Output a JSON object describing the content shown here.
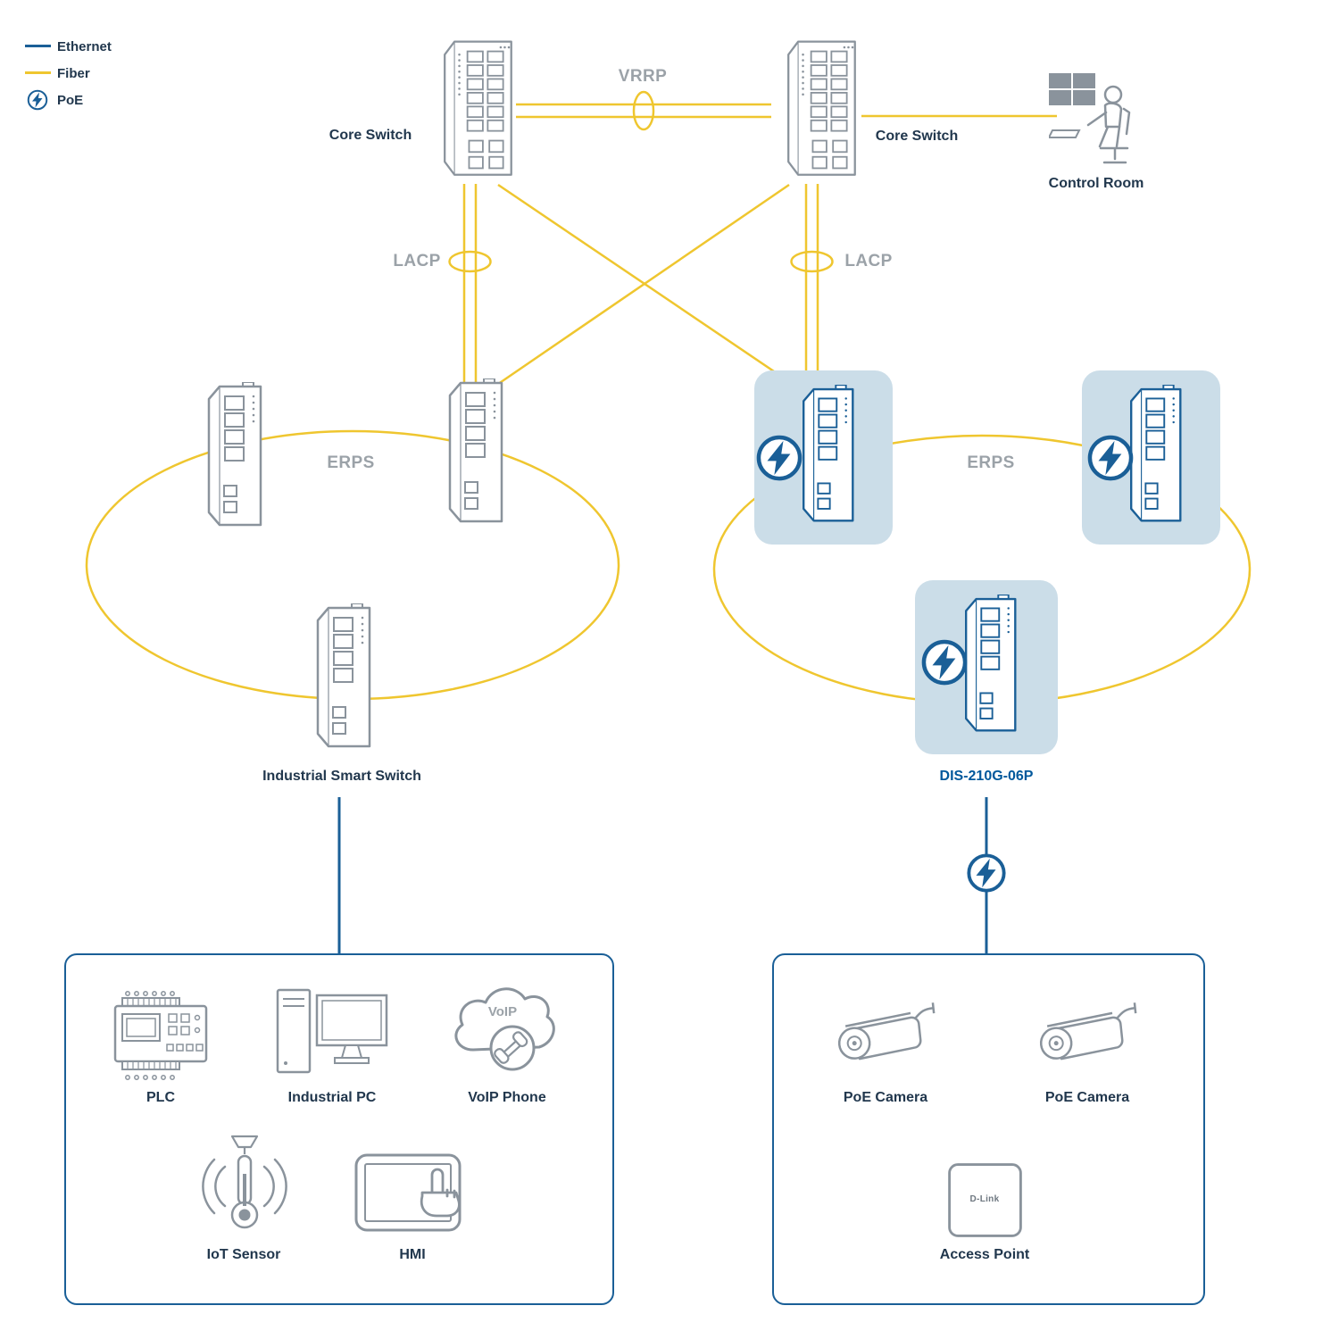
{
  "colors": {
    "ethernet": "#1A5F97",
    "fiber": "#EFC62F",
    "label-gray": "#9BA2A8",
    "label-dark": "#21374D",
    "device-gray": "#8A939C",
    "tile-blue": "#CBDDE8",
    "dlink-blue": "#00589C"
  },
  "legend": {
    "ethernet": "Ethernet",
    "fiber": "Fiber",
    "poe": "PoE"
  },
  "links": {
    "vrrp": "VRRP",
    "lacp_left": "LACP",
    "lacp_right": "LACP",
    "erps_left": "ERPS",
    "erps_right": "ERPS"
  },
  "devices": {
    "core_switch_left": "Core Switch",
    "core_switch_right": "Core Switch",
    "control_room": "Control Room",
    "industrial_smart_switch": "Industrial Smart Switch",
    "poe_switch_model": "DIS-210G-06P"
  },
  "endpoints_left": {
    "plc": "PLC",
    "industrial_pc": "Industrial PC",
    "voip_phone": "VoIP Phone",
    "voip_cloud_text": "VoIP",
    "iot_sensor": "IoT Sensor",
    "hmi": "HMI"
  },
  "endpoints_right": {
    "poe_camera_1": "PoE Camera",
    "poe_camera_2": "PoE Camera",
    "access_point": "Access Point",
    "access_point_logo": "D-Link"
  }
}
